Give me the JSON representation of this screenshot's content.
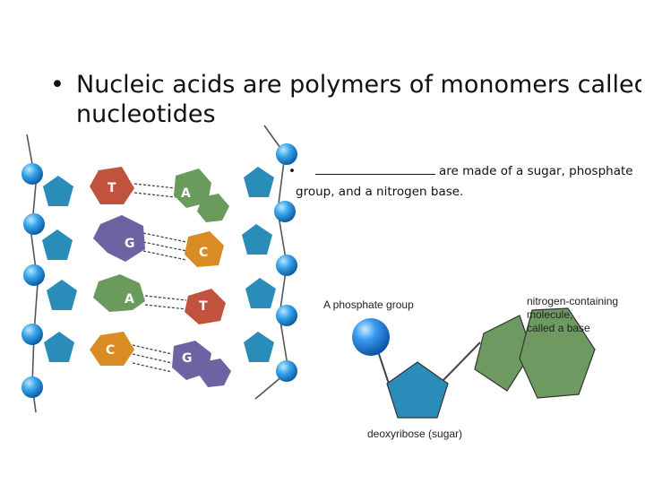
{
  "title": {
    "bullet": "•",
    "line1": "Nucleic acids are polymers of monomers called",
    "line2": "nucleotides"
  },
  "point": {
    "bullet": "•",
    "line1": "are made of a sugar, phosphate",
    "line2": "group, and a nitrogen base."
  },
  "dna_strand": {
    "pairs": [
      {
        "left": "T",
        "right": "A"
      },
      {
        "left": "G",
        "right": "C"
      },
      {
        "left": "A",
        "right": "T"
      },
      {
        "left": "C",
        "right": "G"
      }
    ],
    "colors": {
      "T": "#c1523e",
      "A": "#6a9a5c",
      "G": "#6f62a3",
      "C": "#d98c24",
      "sugar": "#2a8cb8",
      "phosphate": "#39a7e6"
    }
  },
  "nucleotide": {
    "phosphate_label": "A phosphate group",
    "base_label_line1": "nitrogen-containing",
    "base_label_line2": "molecule,",
    "base_label_line3": "called a base",
    "sugar_label": "deoxyribose (sugar)",
    "colors": {
      "phosphate": "#2f8fe0",
      "sugar": "#2a8cb8",
      "base": "#6e9a62"
    }
  }
}
